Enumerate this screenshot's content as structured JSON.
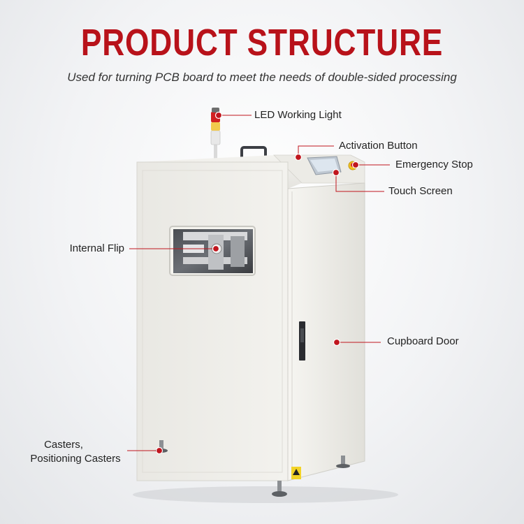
{
  "header": {
    "title": "PRODUCT STRUCTURE",
    "subtitle": "Used for turning PCB board to meet the needs of double-sided processing"
  },
  "callouts": {
    "led_light": "LED Working Light",
    "activation_button": "Activation Button",
    "emergency_stop": "Emergency Stop",
    "touch_screen": "Touch Screen",
    "internal_flip": "Internal Flip",
    "cupboard_door": "Cupboard Door",
    "casters_line1": "Casters,",
    "casters_line2": "Positioning Casters"
  },
  "colors": {
    "title": "#b8121a",
    "marker": "#c0161e",
    "machine_body": "#eeece6"
  }
}
